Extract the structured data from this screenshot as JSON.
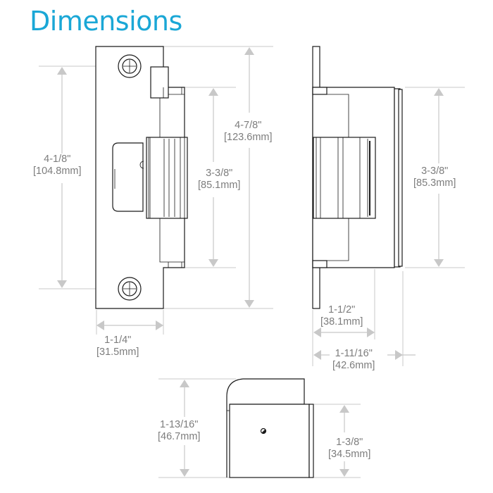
{
  "title": "Dimensions",
  "accent_color": "#1aa7d6",
  "dimension_text_color": "#7d7d7d",
  "dimension_line_color": "#c8c8c8",
  "front_view": {
    "faceplate_height": {
      "inch": "4-1/8\"",
      "mm": "[104.8mm]"
    },
    "overall_height": {
      "inch": "4-7/8\"",
      "mm": "[123.6mm]"
    },
    "body_height": {
      "inch": "3-3/8\"",
      "mm": "[85.1mm]"
    },
    "faceplate_width": {
      "inch": "1-1/4\"",
      "mm": "[31.5mm]"
    }
  },
  "side_view": {
    "body_height": {
      "inch": "3-3/8\"",
      "mm": "[85.3mm]"
    },
    "body_depth": {
      "inch": "1-1/2\"",
      "mm": "[38.1mm]"
    },
    "overall_depth": {
      "inch": "1-11/16\"",
      "mm": "[42.6mm]"
    }
  },
  "top_view": {
    "overall_width": {
      "inch": "1-13/16\"",
      "mm": "[46.7mm]"
    },
    "body_width": {
      "inch": "1-3/8\"",
      "mm": "[34.5mm]"
    }
  }
}
